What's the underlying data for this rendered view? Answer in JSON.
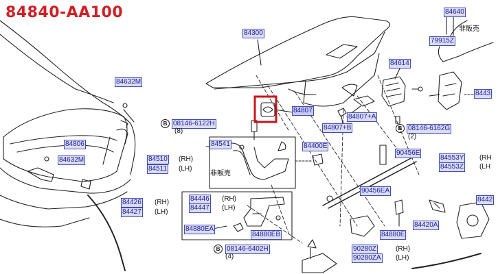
{
  "title": "84840-AA100",
  "left_car": {
    "part_84632M_top": "84632M",
    "part_84806": "84806",
    "part_84632M_bottom": "84632M",
    "part_84426": "84426",
    "part_84427": "84427",
    "rh": "(RH)",
    "lh": "(LH)"
  },
  "trunk_lid": {
    "part_84300": "84300",
    "part_84807": "84807",
    "part_84807A": "84807+A",
    "part_84807B": "84807+B",
    "part_84614": "84614"
  },
  "bolts": {
    "bolt1_code": "08146-6122H",
    "bolt1_qty": "(8)",
    "bolt2_code": "08146-6162G",
    "bolt2_qty": "(2)",
    "bolt3_code": "08146-6402H",
    "bolt3_qty": "(4)",
    "circle_label": "B"
  },
  "hinge": {
    "part_84541": "84541",
    "part_84400E": "84400E",
    "part_84510": "84510",
    "part_84511": "84511",
    "rh": "(RH)",
    "lh": "(LH)",
    "not_for_sale": "非販売"
  },
  "lower_hinge": {
    "part_84446": "84446",
    "part_84447": "84447",
    "rh": "(RH)",
    "lh": "(LH)",
    "part_84880EA": "84880EA",
    "part_84880EB": "84880EB"
  },
  "right_parts": {
    "part_84640": "84640",
    "part_79915Z": "79915Z",
    "not_for_sale": "非販売",
    "part_84430": "8443",
    "part_90456E": "90456E",
    "part_90456EA": "90456EA",
    "part_84553Y": "84553Y",
    "part_84553Z": "84553Z",
    "rh": "(RH",
    "lh": "(LH",
    "part_84880E": "84880E",
    "part_84420A": "84420A",
    "part_8442": "8442",
    "part_90280Z": "90280Z",
    "part_90280ZA": "90280ZA",
    "rh2": "(RH)",
    "lh2": "(LH)"
  },
  "colors": {
    "title_red": "#d11f25",
    "label_fill": "#dcdcf0",
    "label_border": "#3d4fb3",
    "label_text": "#1a1aa6",
    "highlight_box": "#c8151b"
  }
}
